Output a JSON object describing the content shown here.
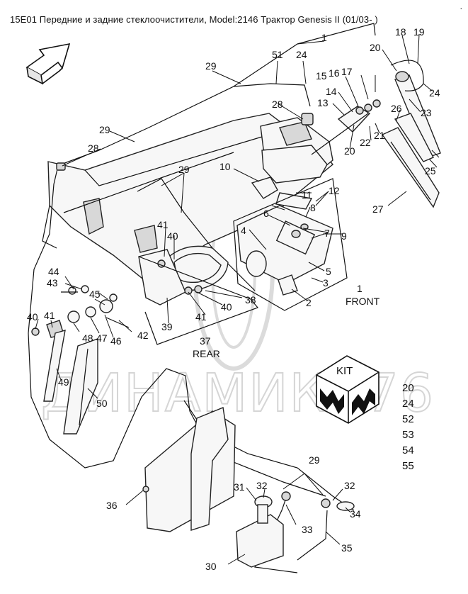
{
  "header": {
    "title": "15E01 Передние и задние стеклоочистители, Model:2146 Трактор Genesis II (01/03- )",
    "corner_mark": "."
  },
  "callouts": {
    "n1": "1",
    "n1b": "1",
    "n2": "2",
    "n3": "3",
    "n4": "4",
    "n5": "5",
    "n6": "6",
    "n7": "7",
    "n8": "8",
    "n9": "9",
    "n10": "10",
    "n11": "11",
    "n12": "12",
    "n13": "13",
    "n14": "14",
    "n15": "15",
    "n16": "16",
    "n17": "17",
    "n18": "18",
    "n19": "19",
    "n20a": "20",
    "n20b": "20",
    "n21": "21",
    "n22": "22",
    "n23": "23",
    "n24a": "24",
    "n24b": "24",
    "n25": "25",
    "n26": "26",
    "n27": "27",
    "n28a": "28",
    "n28b": "28",
    "n29a": "29",
    "n29b": "29",
    "n29c": "29",
    "n29d": "29",
    "n30": "30",
    "n31": "31",
    "n32a": "32",
    "n32b": "32",
    "n33": "33",
    "n34": "34",
    "n35": "35",
    "n36": "36",
    "n37": "37",
    "n38": "38",
    "n39": "39",
    "n40a": "40",
    "n40b": "40",
    "n40c": "40",
    "n41a": "41",
    "n41b": "41",
    "n41c": "41",
    "n42": "42",
    "n43": "43",
    "n44": "44",
    "n45": "45",
    "n46": "46",
    "n47": "47",
    "n48": "48",
    "n49": "49",
    "n50": "50",
    "n51": "51"
  },
  "captions": {
    "front": "FRONT",
    "rear": "REAR"
  },
  "kit": {
    "label": "KIT",
    "items": [
      "20",
      "24",
      "52",
      "53",
      "54",
      "55"
    ]
  },
  "watermark": "ДИНАМИКА76"
}
